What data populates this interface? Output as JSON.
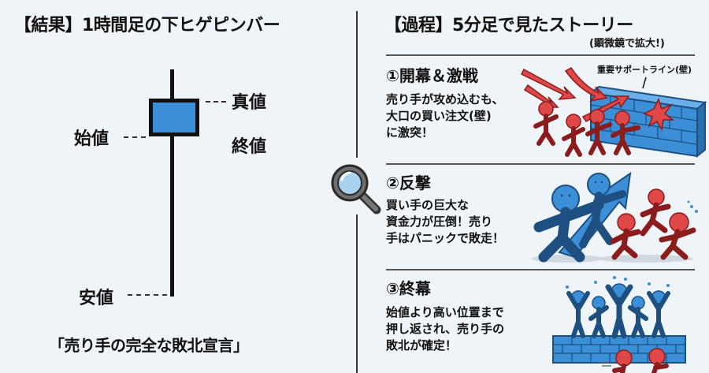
{
  "left_panel": {
    "title": "【結果】1時間足の下ヒゲピンバー",
    "labels": {
      "high": "真値",
      "open": "始値",
      "close": "終値",
      "low": "安値"
    },
    "caption": "「売り手の完全な敗北宣言」",
    "colors": {
      "candle_body": "#3b8fd6",
      "outline": "#111111"
    }
  },
  "center": {
    "icon": "magnifying-glass-icon"
  },
  "right_panel": {
    "title": "【過程】5分足で見たストーリー",
    "subtitle": "(顕微鏡で拡大!)",
    "steps": [
      {
        "title": "①開幕＆激戦",
        "body": "売り手が攻め込むも、\n大口の買い注文(壁)\nに激突！",
        "illustration": "sellers-attacking-wall",
        "annotation": "重要サポートライン(壁)"
      },
      {
        "title": "②反撃",
        "body": "買い手の巨大な\n資金力が圧倒！売り\n手はパニックで敗走！",
        "illustration": "buyers-chasing-sellers"
      },
      {
        "title": "③終幕",
        "body": "始値より高い位置まで\n押し返され、売り手の\n敗北が確定！",
        "illustration": "buyers-celebrating-on-wall"
      }
    ],
    "colors": {
      "buyer": "#3b8fd6",
      "seller": "#e04848",
      "wall": "#3b8fd6"
    }
  }
}
